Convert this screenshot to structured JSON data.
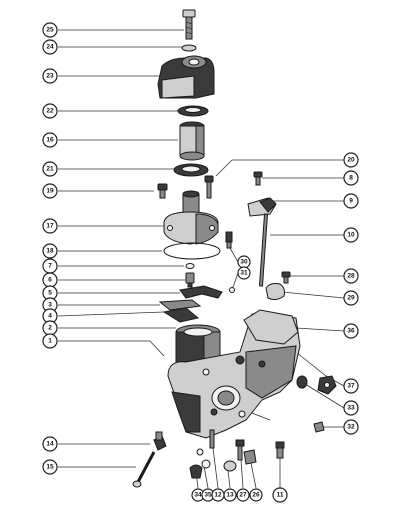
{
  "callouts": [
    {
      "id": "c25",
      "label": "25"
    },
    {
      "id": "c24",
      "label": "24"
    },
    {
      "id": "c23",
      "label": "23"
    },
    {
      "id": "c22",
      "label": "22"
    },
    {
      "id": "c16",
      "label": "16"
    },
    {
      "id": "c21",
      "label": "21"
    },
    {
      "id": "c19",
      "label": "19"
    },
    {
      "id": "c17",
      "label": "17"
    },
    {
      "id": "c18",
      "label": "18"
    },
    {
      "id": "c7",
      "label": "7"
    },
    {
      "id": "c6",
      "label": "6"
    },
    {
      "id": "c5",
      "label": "5"
    },
    {
      "id": "c3",
      "label": "3"
    },
    {
      "id": "c4",
      "label": "4"
    },
    {
      "id": "c2",
      "label": "2"
    },
    {
      "id": "c1",
      "label": "1"
    },
    {
      "id": "c14",
      "label": "14"
    },
    {
      "id": "c15",
      "label": "15"
    },
    {
      "id": "c20",
      "label": "20"
    },
    {
      "id": "c8",
      "label": "8"
    },
    {
      "id": "c9",
      "label": "9"
    },
    {
      "id": "c10",
      "label": "10"
    },
    {
      "id": "c30",
      "label": "30"
    },
    {
      "id": "c31",
      "label": "31"
    },
    {
      "id": "c28",
      "label": "28"
    },
    {
      "id": "c29",
      "label": "29"
    },
    {
      "id": "c36",
      "label": "36"
    },
    {
      "id": "c37",
      "label": "37"
    },
    {
      "id": "c33",
      "label": "33"
    },
    {
      "id": "c32",
      "label": "32"
    },
    {
      "id": "c11",
      "label": "11"
    },
    {
      "id": "c34",
      "label": "34"
    },
    {
      "id": "c35",
      "label": "35"
    },
    {
      "id": "c12",
      "label": "12"
    },
    {
      "id": "c13",
      "label": "13"
    },
    {
      "id": "c27",
      "label": "27"
    },
    {
      "id": "c26",
      "label": "26"
    }
  ]
}
